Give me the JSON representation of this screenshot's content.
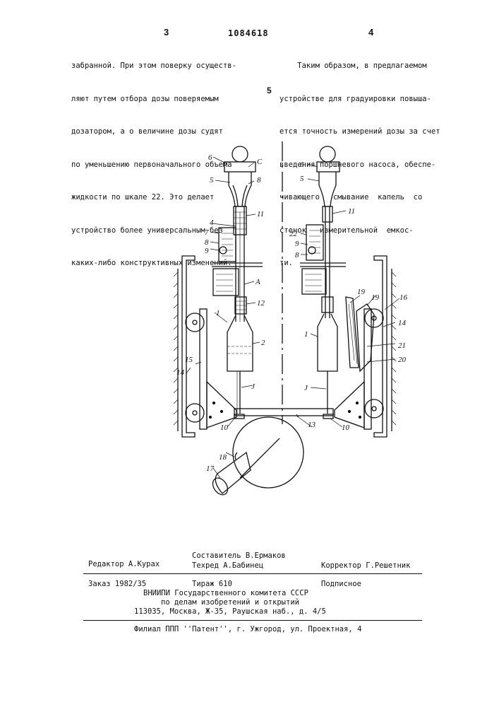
{
  "header": {
    "page_left": "3",
    "patent_number": "1084618",
    "page_right": "4"
  },
  "left_column": {
    "lines": [
      "забранной. При этом поверку осуществ-",
      "ляют путем отбора дозы поверяемым",
      "дозатором, а о величине дозы судят",
      "по уменьшению первоначального объема",
      "жидкости по шкале 22. Это делает",
      "устройство более универсальным без",
      "каких-либо конструктивных изменений."
    ]
  },
  "line_marker": "5",
  "right_column": {
    "lines": [
      "    Таким образом, в предлагаемом",
      "устройстве для градуировки повыша-",
      "ется точность измерений дозы за счет",
      "введения поршневого насоса, обеспе-",
      "чивающего   смывание  капель  со",
      "стенок   измерительной  емкос-",
      "ти."
    ]
  },
  "figure": {
    "labels_left": [
      "6",
      "С",
      "5",
      "8",
      "11",
      "4",
      "7",
      "8",
      "9",
      "А",
      "12",
      "1",
      "2",
      "15",
      "14",
      "J",
      "10",
      "13",
      "18",
      "17"
    ],
    "labels_right": [
      "6",
      "5",
      "11",
      "22",
      "9",
      "8",
      "19",
      "19",
      "16",
      "14",
      "1",
      "21",
      "20",
      "J",
      "10"
    ]
  },
  "footer": {
    "editor": "Редактор А.Курах",
    "compiler": "Составитель В.Ермаков",
    "techred": "Техред А.Бабинец",
    "corrector": "Корректор Г.Решетник",
    "order": "Заказ 1982/35",
    "circulation": "Тираж 610",
    "subscription": "Подписное",
    "org1": "ВНИИПИ Государственного комитета СССР",
    "org2": "по делам изобретений и открытий",
    "address": "113035, Москва, Ж-35, Раушская наб., д. 4/5",
    "branch": "Филиал ППП ''Патент'', г. Ужгород, ул. Проектная, 4"
  }
}
